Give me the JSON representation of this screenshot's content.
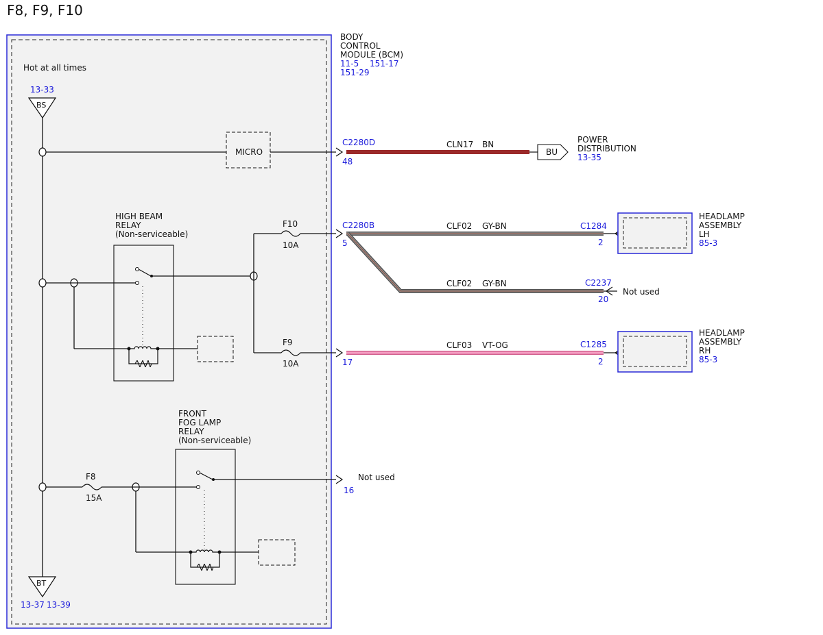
{
  "page_title": "F8, F9, F10",
  "bcm": {
    "label_lines": [
      "BODY",
      "CONTROL",
      "MODULE (BCM)"
    ],
    "refs": [
      "11-5",
      "151-17",
      "151-29"
    ],
    "hot_text": "Hot at all times",
    "bs": {
      "ref": "13-33",
      "symbol": "BS"
    },
    "bt": {
      "refs": [
        "13-37",
        "13-39"
      ],
      "symbol": "BT"
    },
    "micro_label": "MICRO",
    "high_beam_relay": [
      "HIGH BEAM",
      "RELAY",
      "(Non-serviceable)"
    ],
    "fog_relay": [
      "FRONT",
      "FOG LAMP",
      "RELAY",
      "(Non-serviceable)"
    ],
    "fuses": [
      {
        "name": "F10",
        "rating": "10A"
      },
      {
        "name": "F9",
        "rating": "10A"
      },
      {
        "name": "F8",
        "rating": "15A"
      }
    ]
  },
  "circuits": [
    {
      "connector": "C2280D",
      "pin": "48",
      "circuit": "CLN17",
      "color_code": "BN",
      "wire_color": "#9b2a2a",
      "end_connector": "",
      "end_pin": "",
      "end_label": "BU"
    },
    {
      "connector": "C2280B",
      "pin": "5",
      "circuit": "CLF02",
      "color_code": "GY-BN",
      "wire_color": "#808080",
      "stripe_color": "#8b4a3a",
      "end_connector": "C1284",
      "end_pin": "2"
    },
    {
      "connector": "",
      "pin": "",
      "circuit": "CLF02",
      "color_code": "GY-BN",
      "wire_color": "#808080",
      "stripe_color": "#8b4a3a",
      "end_connector": "C2237",
      "end_pin": "20",
      "end_label": "Not used"
    },
    {
      "connector": "",
      "pin": "17",
      "circuit": "CLF03",
      "color_code": "VT-OG",
      "wire_color": "#e87aa8",
      "end_connector": "C1285",
      "end_pin": "2"
    },
    {
      "connector": "",
      "pin": "16",
      "end_label": "Not used"
    }
  ],
  "power_distribution": {
    "label_lines": [
      "POWER",
      "DISTRIBUTION"
    ],
    "ref": "13-35"
  },
  "headlamp_lh": {
    "label_lines": [
      "HEADLAMP",
      "ASSEMBLY",
      "LH"
    ],
    "ref": "85-3"
  },
  "headlamp_rh": {
    "label_lines": [
      "HEADLAMP",
      "ASSEMBLY",
      "RH"
    ],
    "ref": "85-3"
  },
  "colors": {
    "ref_blue": "#1a1adb",
    "module_border": "#2a2ad8",
    "module_fill": "#f2f2f2"
  }
}
